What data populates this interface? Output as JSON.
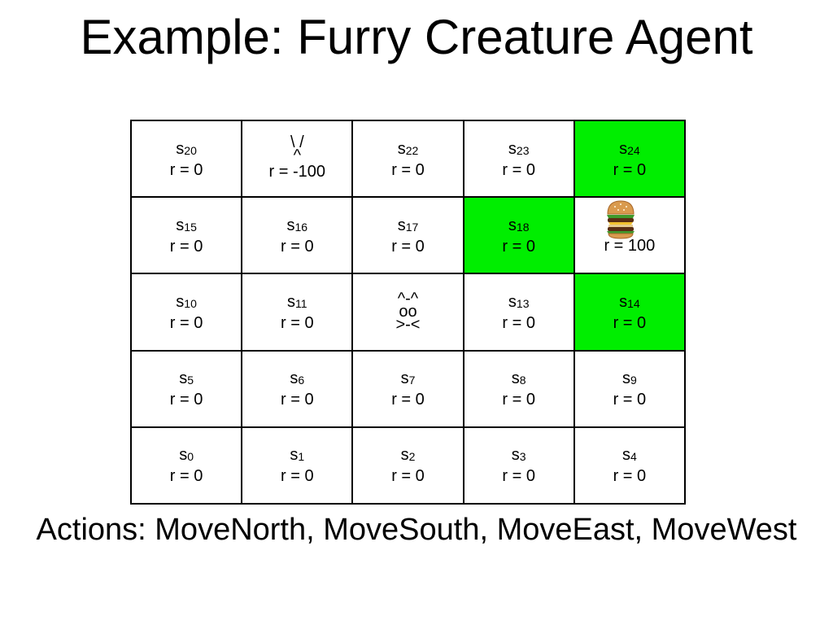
{
  "title": "Example: Furry Creature Agent",
  "actions_text": "Actions: MoveNorth, MoveSouth, MoveEast, MoveWest",
  "colors": {
    "goal_path": "#00ee00",
    "grid_line": "#000000"
  },
  "grid": {
    "rows": [
      [
        {
          "state": "s",
          "sub": "20",
          "reward": "r = 0"
        },
        {
          "art": "\\ /\n^",
          "reward": "r = -100"
        },
        {
          "state": "s",
          "sub": "22",
          "reward": "r = 0"
        },
        {
          "state": "s",
          "sub": "23",
          "reward": "r = 0"
        },
        {
          "state": "s",
          "sub": "24",
          "reward": "r = 0",
          "highlight": true
        }
      ],
      [
        {
          "state": "s",
          "sub": "15",
          "reward": "r = 0"
        },
        {
          "state": "s",
          "sub": "16",
          "reward": "r = 0"
        },
        {
          "state": "s",
          "sub": "17",
          "reward": "r = 0"
        },
        {
          "state": "s",
          "sub": "18",
          "reward": "r = 0",
          "highlight": true
        },
        {
          "icon": "burger-icon",
          "reward": "r = 100"
        }
      ],
      [
        {
          "state": "s",
          "sub": "10",
          "reward": "r = 0"
        },
        {
          "state": "s",
          "sub": "11",
          "reward": "r = 0"
        },
        {
          "art": "^-^\noo\n>-<"
        },
        {
          "state": "s",
          "sub": "13",
          "reward": "r = 0"
        },
        {
          "state": "s",
          "sub": "14",
          "reward": "r = 0",
          "highlight": true
        }
      ],
      [
        {
          "state": "s",
          "sub": "5",
          "reward": "r = 0"
        },
        {
          "state": "s",
          "sub": "6",
          "reward": "r = 0"
        },
        {
          "state": "s",
          "sub": "7",
          "reward": "r = 0"
        },
        {
          "state": "s",
          "sub": "8",
          "reward": "r = 0"
        },
        {
          "state": "s",
          "sub": "9",
          "reward": "r = 0"
        }
      ],
      [
        {
          "state": "s",
          "sub": "0",
          "reward": "r = 0"
        },
        {
          "state": "s",
          "sub": "1",
          "reward": "r = 0"
        },
        {
          "state": "s",
          "sub": "2",
          "reward": "r = 0"
        },
        {
          "state": "s",
          "sub": "3",
          "reward": "r = 0"
        },
        {
          "state": "s",
          "sub": "4",
          "reward": "r = 0"
        }
      ]
    ]
  }
}
